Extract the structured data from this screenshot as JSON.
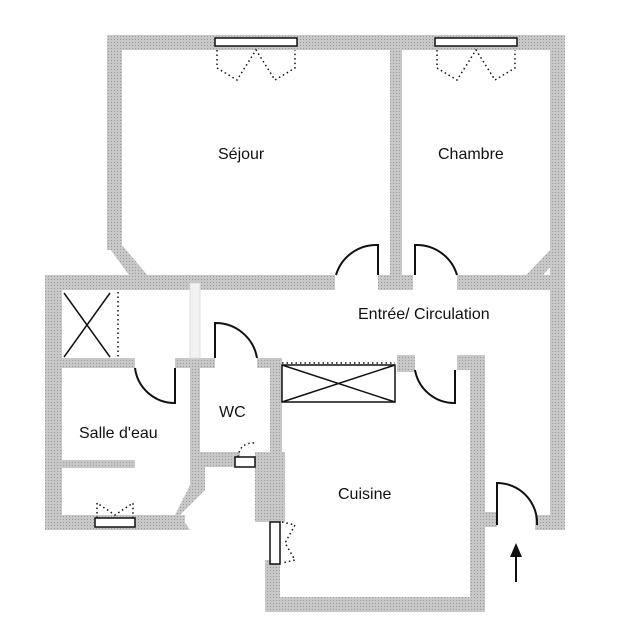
{
  "rooms": {
    "sejour": "Séjour",
    "chambre": "Chambre",
    "entree": "Entrée/ Circulation",
    "wc": "WC",
    "salle_eau": "Salle d'eau",
    "cuisine": "Cuisine"
  },
  "colors": {
    "wall": "#b4b4b4",
    "line": "#111111"
  }
}
